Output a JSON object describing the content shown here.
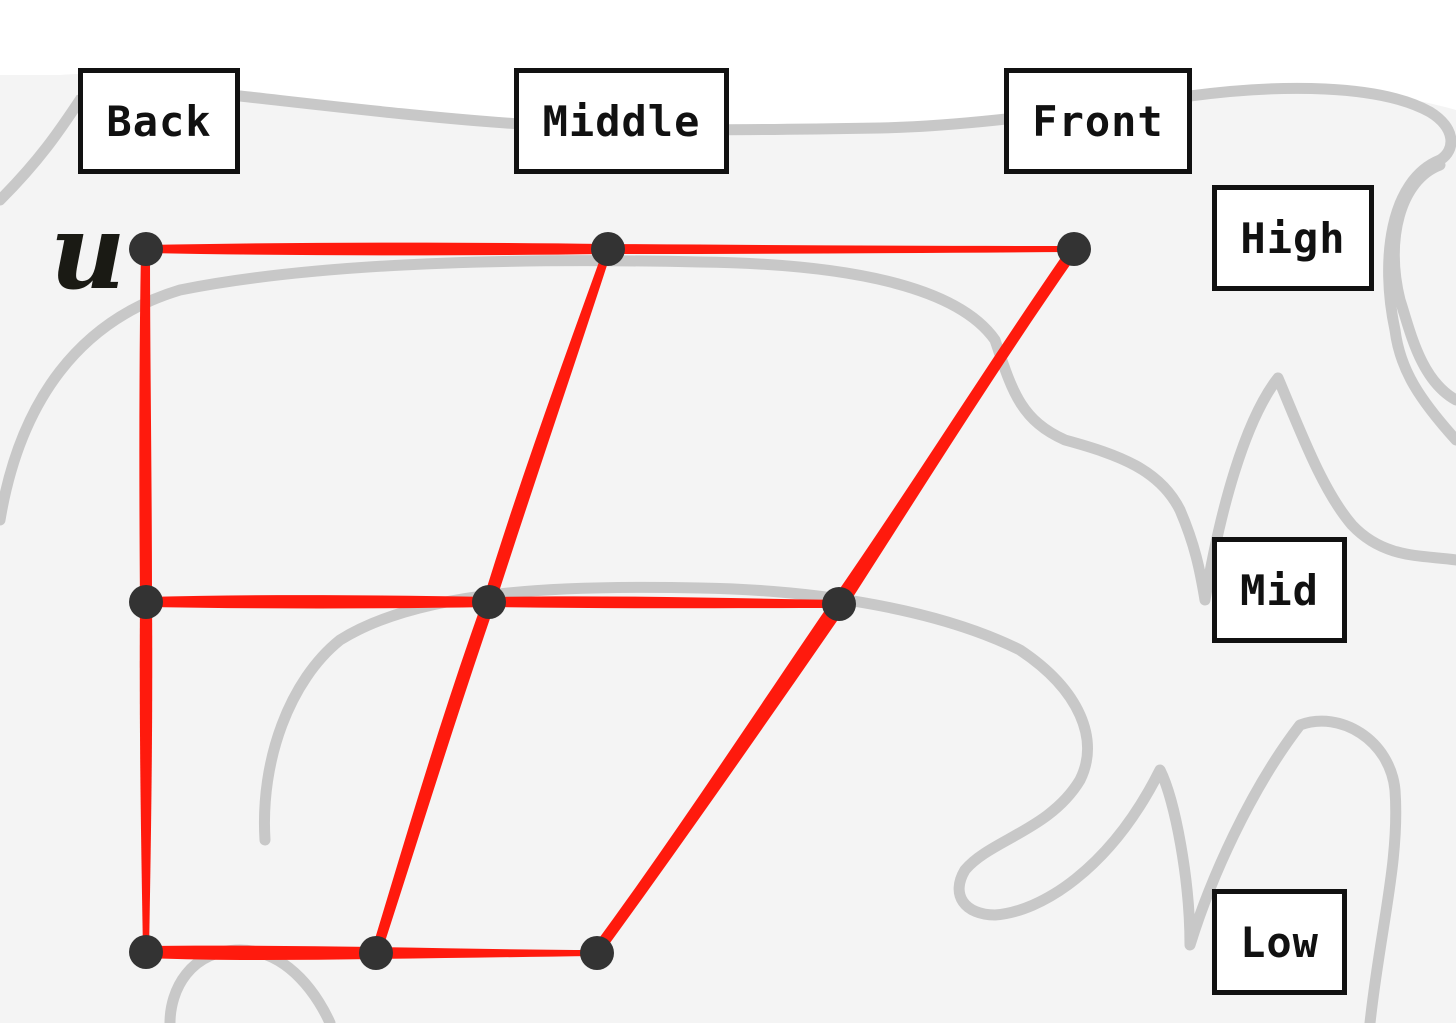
{
  "diagram": {
    "corner_letter": "u",
    "column_labels": {
      "back": "Back",
      "middle": "Middle",
      "front": "Front"
    },
    "row_labels": {
      "high": "High",
      "mid": "Mid",
      "low": "Low"
    },
    "colors": {
      "edge": "#ff1a0d",
      "node": "#333333",
      "background_shape": "#f4f4f4",
      "background_outline": "#c8c8c8",
      "box_border": "#111111"
    }
  }
}
